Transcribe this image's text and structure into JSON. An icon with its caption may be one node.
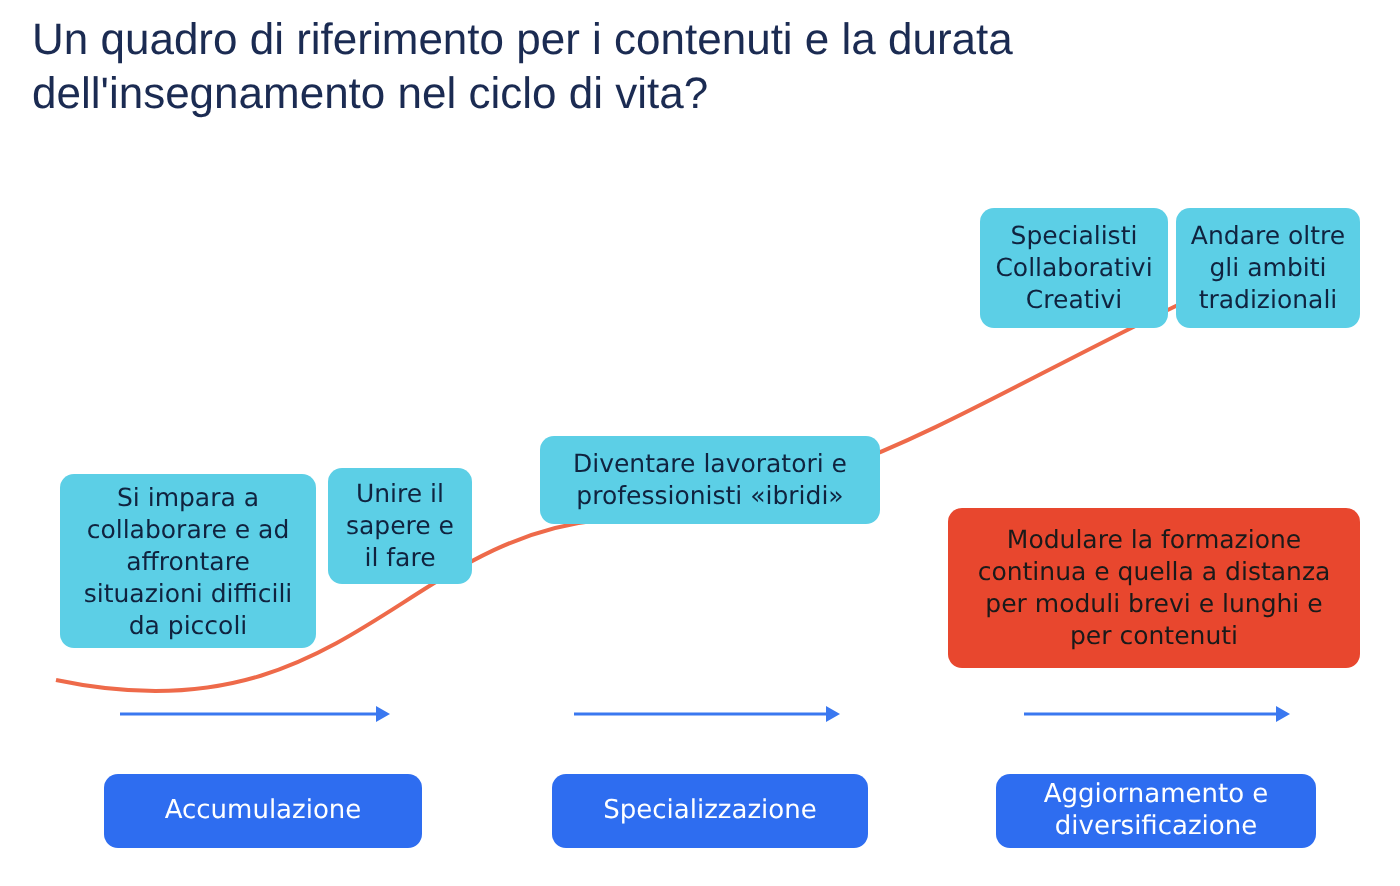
{
  "diagram": {
    "title": "Un quadro di riferimento per i contenuti e la durata dell'insegnamento nel ciclo di vita?",
    "nodes": [
      {
        "text": [
          "Si impara a collaborare e ad affrontare situazioni difficili da piccoli"
        ]
      },
      {
        "text": [
          "Unire il sapere e il fare"
        ]
      },
      {
        "text": [
          "Diventare lavoratori e professionisti «ibridi»"
        ]
      },
      {
        "text": [
          "Specialisti Collaborativi Creativi"
        ]
      },
      {
        "text": [
          "Andare oltre gli ambiti tradizionali"
        ]
      },
      {
        "text": [
          "Modulare la formazione continua e quella a distanza per moduli brevi e lunghi e per contenuti"
        ]
      },
      {
        "text": [
          "Accumulazione"
        ]
      },
      {
        "text": [
          "Specializzazione"
        ]
      },
      {
        "text": [
          "Aggiornamento e diversificazione"
        ]
      }
    ]
  }
}
